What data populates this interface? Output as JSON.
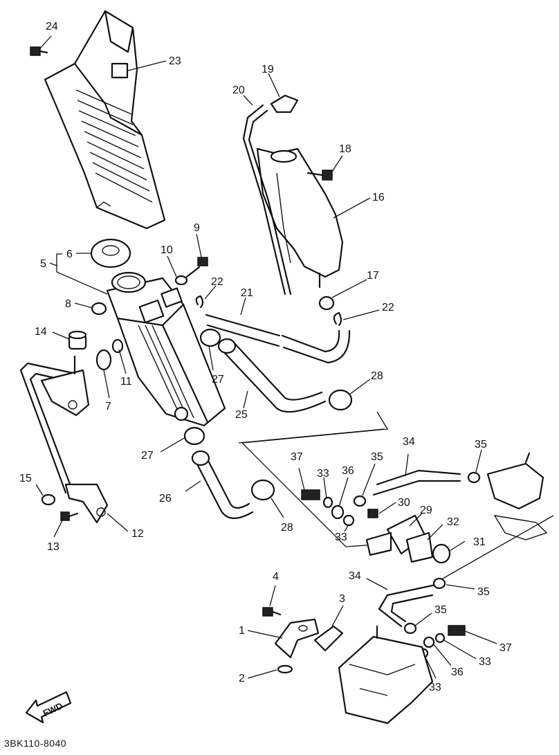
{
  "diagram": {
    "drawing_code": "3BK110-8040",
    "direction_marker": "FWD",
    "callouts": [
      "1",
      "2",
      "3",
      "4",
      "5",
      "6",
      "7",
      "8",
      "9",
      "10",
      "11",
      "12",
      "13",
      "14",
      "15",
      "16",
      "17",
      "18",
      "19",
      "20",
      "21",
      "22",
      "22",
      "23",
      "24",
      "25",
      "26",
      "27",
      "27",
      "28",
      "28",
      "29",
      "30",
      "31",
      "32",
      "33",
      "33",
      "33",
      "33",
      "34",
      "34",
      "35",
      "35",
      "35",
      "35",
      "36",
      "36",
      "37",
      "37"
    ]
  }
}
